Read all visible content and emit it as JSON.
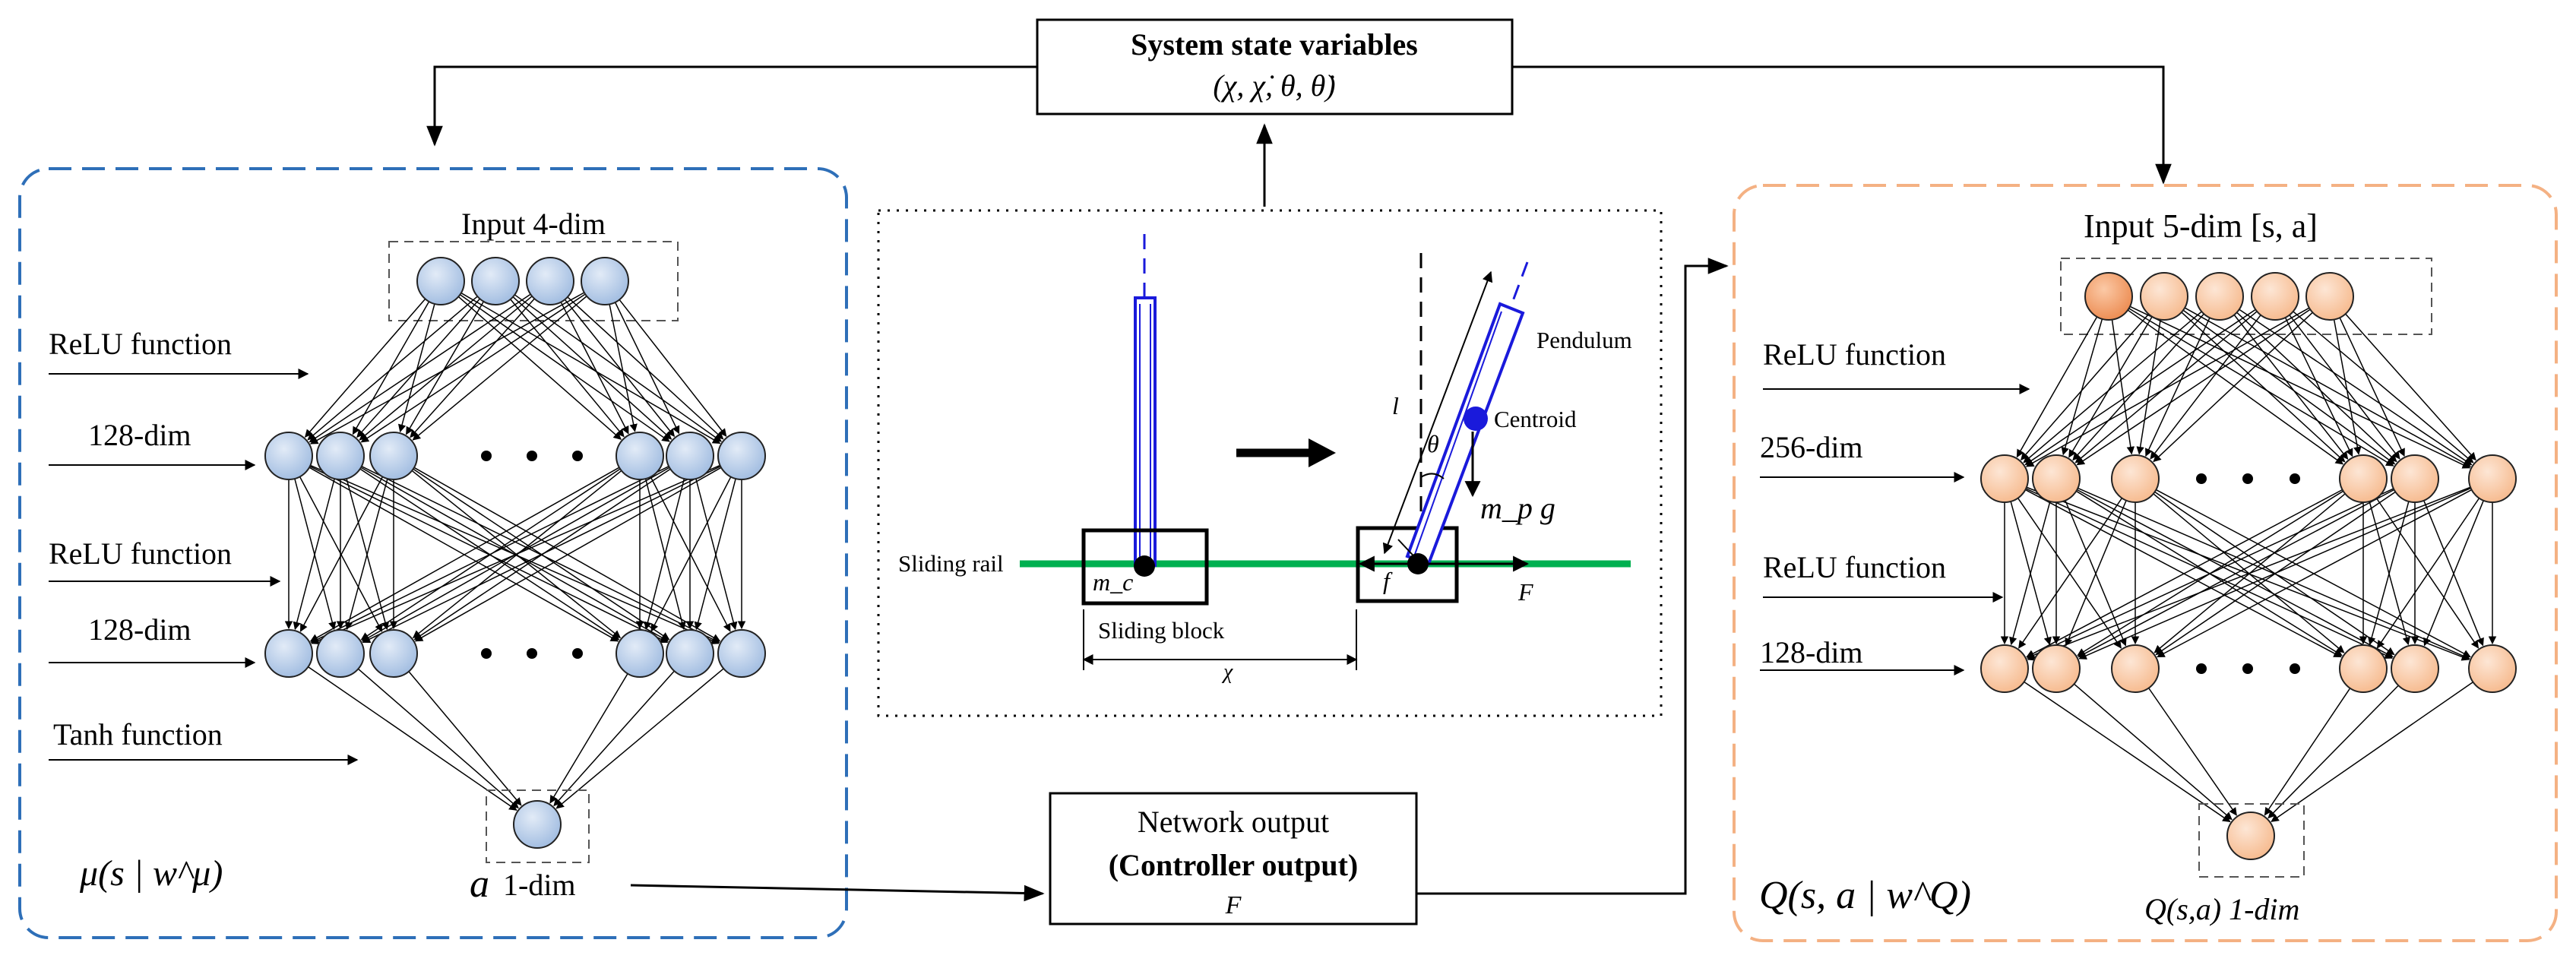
{
  "system_state": {
    "title": "System state variables",
    "vars": "(χ, χ̇, θ, θ̇)"
  },
  "actor": {
    "input_label": "Input  4-dim",
    "layer1_activation": "ReLU function",
    "layer1_dim": "128-dim",
    "layer2_activation": "ReLU function",
    "layer2_dim": "128-dim",
    "output_activation": "Tanh function",
    "output_symbol": "a",
    "output_dim": "1-dim",
    "policy_label": "μ(s | w^μ)",
    "input_nodes": 4,
    "hidden_nodes_each_side": 3,
    "output_nodes": 1
  },
  "critic": {
    "input_label": "Input  5-dim [s, a]",
    "layer1_activation": "ReLU function",
    "layer1_dim": "256-dim",
    "layer2_activation": "ReLU function",
    "layer2_dim": "128-dim",
    "output_label": "Q(s,a) 1-dim",
    "q_label": "Q(s, a | w^Q)",
    "input_nodes": 5,
    "hidden_nodes_each_side": 3,
    "output_nodes": 1
  },
  "pendulum": {
    "sliding_rail": "Sliding rail",
    "sliding_block": "Sliding block",
    "cart_mass": "m_c",
    "pendulum_label": "Pendulum",
    "centroid_label": "Centroid",
    "length_symbol": "l",
    "angle_symbol": "θ",
    "gravity": "m_p g",
    "friction": "f",
    "force": "F",
    "position": "χ"
  },
  "network_output": {
    "line1": "Network output",
    "line2": "(Controller output)",
    "line3": "F"
  },
  "colors": {
    "actor_border": "#2e6fb8",
    "critic_border": "#f4b183",
    "actor_node_fill": "#c5d6ee",
    "critic_node_fill": "#fbd3b5",
    "critic_input_fill": "#f3a070",
    "rail_green": "#00b050",
    "pendulum_blue": "#1a1adb"
  }
}
